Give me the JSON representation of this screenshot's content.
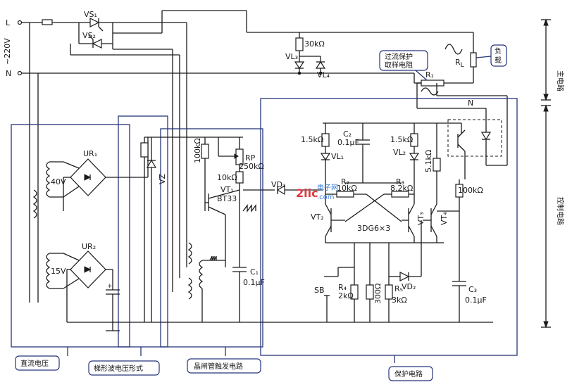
{
  "labels": {
    "L": "L",
    "N": "N",
    "voltage": "~220V",
    "VS1": "VS₁",
    "VS2": "VS₂",
    "R30k": "30kΩ",
    "VL3": "VL₃",
    "VL4": "VL₄",
    "overcurrent": [
      "过流保护",
      "取样电阻"
    ],
    "R1": "R₁",
    "RL": "R",
    "RL_sub": "L",
    "load": [
      "负",
      "载"
    ],
    "N2": "N",
    "main_circuit": "主电路",
    "control_circuit": "控制电路",
    "UR1": "UR₁",
    "v40": "40V",
    "UR2": "UR₂",
    "v15": "15V",
    "VZ": "VZ",
    "R100k": "100kΩ",
    "RP": "RP",
    "RP_val": "250kΩ",
    "R10k": "10kΩ",
    "VT1": "VT₁",
    "BT33": "BT33",
    "C1": "C₁",
    "C1_val": "0.1μF",
    "VD1": "VD₁",
    "R15k_a": "1.5kΩ",
    "VL1": "VL₁",
    "C2": "C₂",
    "C2_val": "0.1μF",
    "R15k_b": "1.5kΩ",
    "VL2": "VL₂",
    "R2": "R₂",
    "R2_val": "10kΩ",
    "R3": "R₃",
    "R3_val": "8.2kΩ",
    "R51k": "5.1kΩ",
    "R100k_b": "100kΩ",
    "VT2": "VT₂",
    "VT3": "VT₃",
    "VT4": "VT₄",
    "part_3dg": "3DG6×3",
    "SB": "SB",
    "R4": "R₄",
    "R4_val": "2kΩ",
    "R300": "300Ω",
    "R5": "R₅",
    "R5_val": "3kΩ",
    "VD2": "VD₂",
    "C3": "C₃",
    "C3_val": "0.1μF"
  },
  "captions": {
    "dc_supply": "直流电压",
    "ladder_wave": "梯形波电压形式",
    "thyristor_trigger": "晶闸管触发电路",
    "protection": "保护电路"
  },
  "watermark": {
    "logo": "2lic",
    "sub": "电子网",
    "domain": ".com"
  }
}
